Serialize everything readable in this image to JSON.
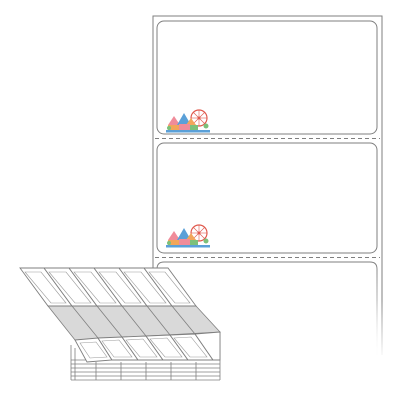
{
  "label_strip": {
    "labels": [
      {
        "has_logo": true,
        "logo_icon": "carnival-ferris-wheel-icon"
      },
      {
        "has_logo": true,
        "logo_icon": "carnival-ferris-wheel-icon"
      },
      {
        "has_logo": false
      }
    ],
    "perforation": "dashed"
  },
  "fanfold_stack": {
    "columns": 6,
    "stack_layers": 6
  },
  "colors": {
    "outline": "#7f7f7f",
    "label_fill": "#ffffff",
    "fold_shade": "#d9d9d9",
    "logo_orange": "#f2a65a",
    "logo_pink": "#f08c9a",
    "logo_blue": "#5aa0d8",
    "logo_green": "#7cc07a",
    "logo_red": "#e05a4e"
  }
}
